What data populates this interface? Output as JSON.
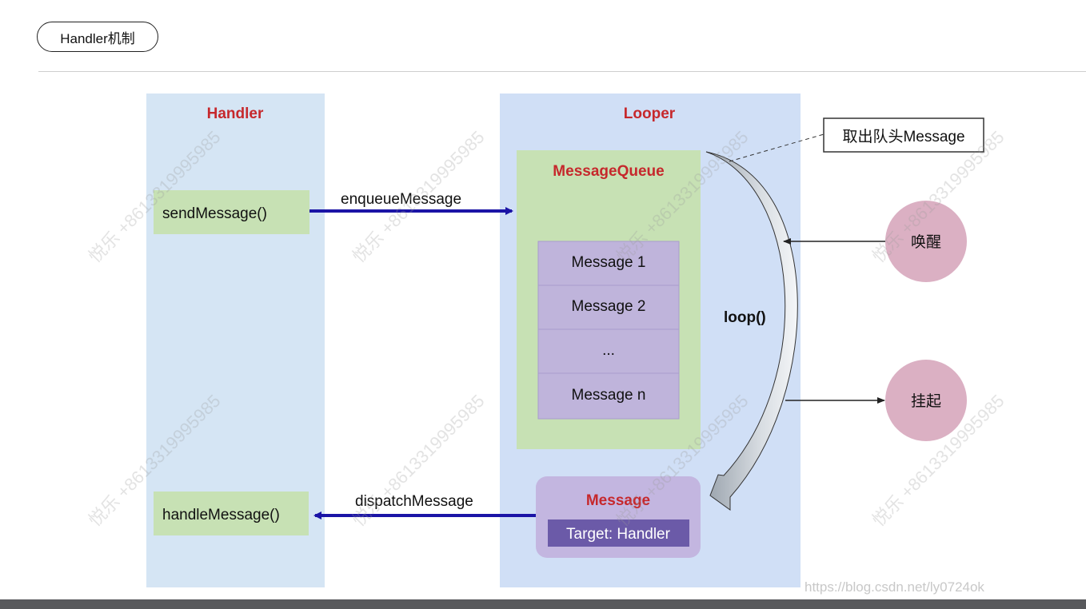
{
  "header": {
    "tag_label": "Handler机制"
  },
  "diagram": {
    "handler_title": "Handler",
    "looper_title": "Looper",
    "send_message": "sendMessage()",
    "handle_message": "handleMessage()",
    "enqueue_label": "enqueueMessage",
    "dispatch_label": "dispatchMessage",
    "queue_title": "MessageQueue",
    "queue_items": [
      "Message 1",
      "Message 2",
      "...",
      "Message n"
    ],
    "message_title": "Message",
    "message_target": "Target: Handler",
    "loop_label": "loop()",
    "callout_label": "取出队头Message",
    "wake_label": "唤醒",
    "suspend_label": "挂起",
    "watermark_text": "悦乐 +8613319995985",
    "source_url": "https://blog.csdn.net/ly0724ok"
  },
  "colors": {
    "handler_panel": "#d5e5f4",
    "looper_panel": "#d0dff6",
    "green_box": "#c7e1b4",
    "queue_box": "#bfb4db",
    "message_box": "#c3b6e0",
    "target_box": "#6b5aa8",
    "title_red": "#c6282c",
    "arrow_blue": "#1b14a6",
    "circle_pink": "#dbb0c3"
  }
}
